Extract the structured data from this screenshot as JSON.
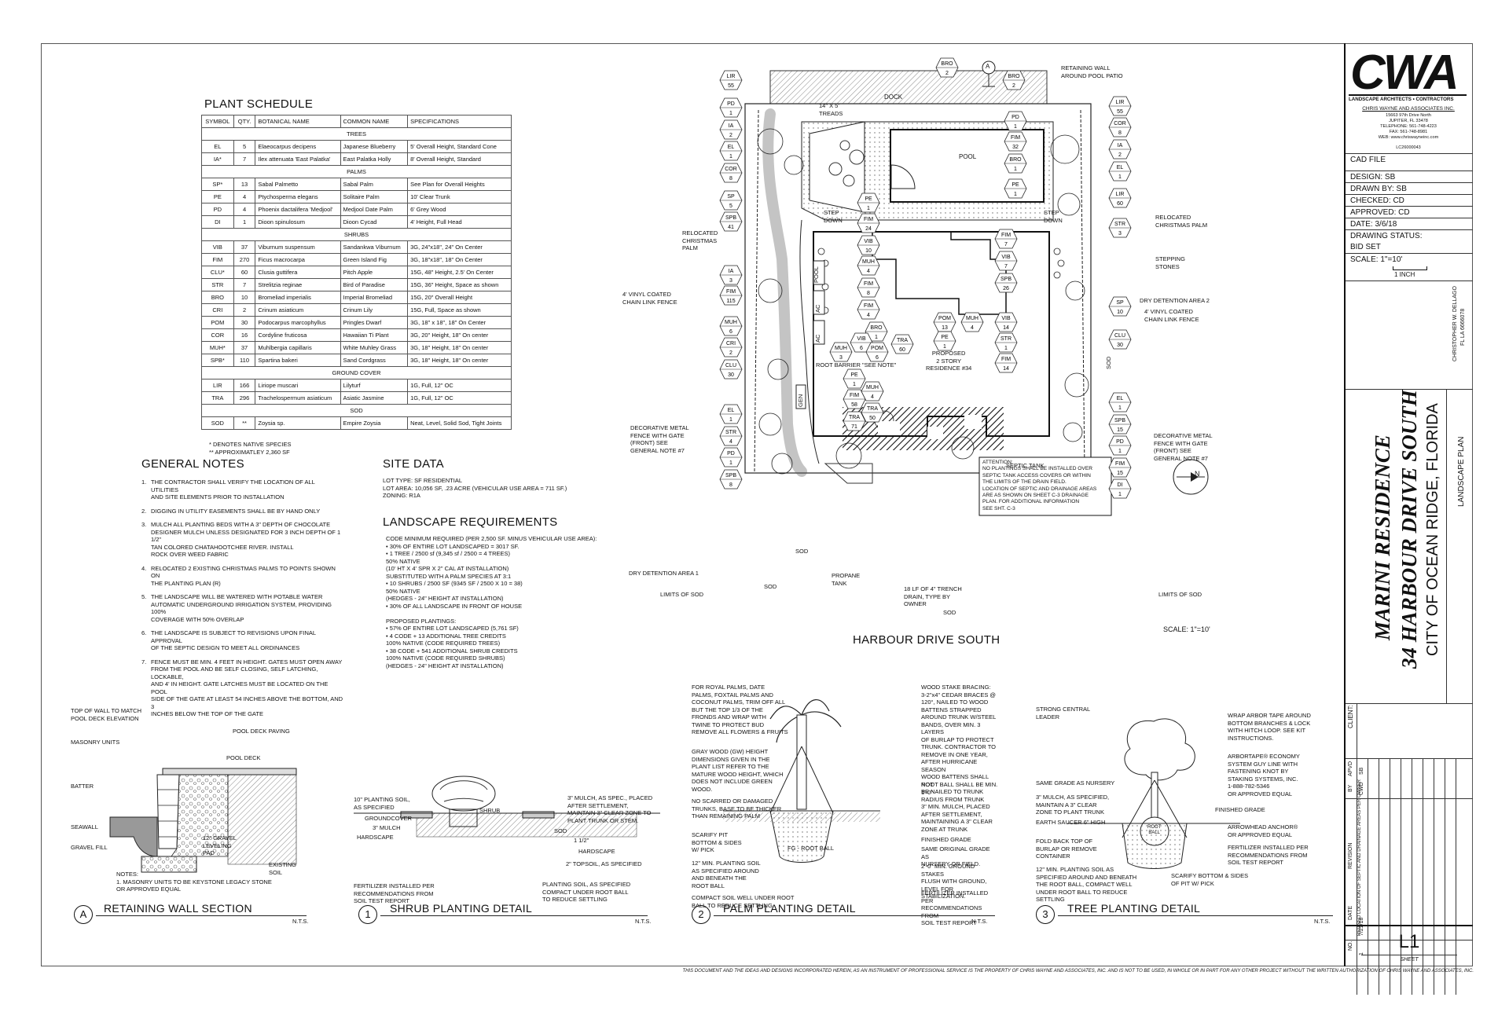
{
  "plant_schedule": {
    "title": "PLANT SCHEDULE",
    "columns": [
      "SYMBOL",
      "QTY.",
      "BOTANICAL NAME",
      "COMMON NAME",
      "SPECIFICATIONS"
    ],
    "sections": [
      {
        "name": "TREES",
        "rows": [
          [
            "EL",
            "5",
            "Elaeocarpus decipens",
            "Japanese Blueberry",
            "5' Overall Height, Standard Cone"
          ],
          [
            "IA*",
            "7",
            "Ilex attenuata 'East Palatka'",
            "East Palatka Holly",
            "8' Overall Height, Standard"
          ]
        ]
      },
      {
        "name": "PALMS",
        "rows": [
          [
            "SP*",
            "13",
            "Sabal Palmetto",
            "Sabal Palm",
            "See Plan for Overall Heights"
          ],
          [
            "PE",
            "4",
            "Ptychosperma elegans",
            "Solitaire Palm",
            "10' Clear Trunk"
          ],
          [
            "PD",
            "4",
            "Phoenix dactalifera 'Medjool'",
            "Medjool Date Palm",
            "6' Grey Wood"
          ],
          [
            "DI",
            "1",
            "Dioon spinulosum",
            "Dioon Cycad",
            "4' Height, Full Head"
          ]
        ]
      },
      {
        "name": "SHRUBS",
        "rows": [
          [
            "VIB",
            "37",
            "Viburnum suspensum",
            "Sandankwa Viburnum",
            "3G, 24\"x18\", 24\" On Center"
          ],
          [
            "FIM",
            "270",
            "Ficus macrocarpa",
            "Green Island Fig",
            "3G, 18\"x18\", 18\" On Center"
          ],
          [
            "CLU*",
            "60",
            "Clusia guttifera",
            "Pitch Apple",
            "15G, 48\" Height, 2.5' On Center"
          ],
          [
            "STR",
            "7",
            "Strelitzia reginae",
            "Bird of Paradise",
            "15G, 36\" Height, Space as shown"
          ],
          [
            "BRO",
            "10",
            "Bromeliad imperialis",
            "Imperial Bromeliad",
            "15G, 20\" Overall Height"
          ],
          [
            "CRI",
            "2",
            "Crinum asiaticum",
            "Crinum Lily",
            "15G, Full, Space as shown"
          ],
          [
            "POM",
            "30",
            "Podocarpus marcophyllus",
            "Pringles Dwarf",
            "3G, 18\" x 18\", 18\" On Center"
          ],
          [
            "COR",
            "16",
            "Cordyline fruticosa",
            "Hawaiian Ti Plant",
            "3G, 20\" Height, 18\" On center"
          ],
          [
            "MUH*",
            "37",
            "Muhlbergia capillaris",
            "White Muhley Grass",
            "3G, 18\" Height, 18\" On center"
          ],
          [
            "SPB*",
            "110",
            "Spartina bakeri",
            "Sand Cordgrass",
            "3G, 18\" Height, 18\" On center"
          ]
        ]
      },
      {
        "name": "GROUND COVER",
        "rows": [
          [
            "LIR",
            "166",
            "Liriope muscari",
            "Lilyturf",
            "1G, Full, 12\" OC"
          ],
          [
            "TRA",
            "296",
            "Trachelospermum asiaticum",
            "Asiatic Jasmine",
            "1G, Full, 12\" OC"
          ]
        ]
      },
      {
        "name": "SOD",
        "rows": [
          [
            "SOD",
            "**",
            "Zoysia sp.",
            "Empire Zoysia",
            "Neat, Level, Solid Sod, Tight Joints"
          ]
        ]
      }
    ],
    "footnote1": "* DENOTES NATIVE SPECIES",
    "footnote2": "** APPROXIMATLEY 2,360 SF"
  },
  "general_notes": {
    "title": "GENERAL NOTES",
    "items": [
      {
        "n": "1.",
        "text": "THE CONTRACTOR SHALL VERIFY THE LOCATION OF ALL UTILITIES\nAND SITE ELEMENTS PRIOR TO INSTALLATION"
      },
      {
        "n": "2.",
        "text": "DIGGING IN UTILITY EASEMENTS SHALL BE BY HAND ONLY"
      },
      {
        "n": "3.",
        "text": "MULCH ALL PLANTING BEDS WITH A 3\" DEPTH OF CHOCOLATE\nDESIGNER MULCH UNLESS DESIGNATED FOR 3 INCH DEPTH OF 1 1/2\"\nTAN COLORED CHATAHOOTCHEE RIVER.  INSTALL\nROCK OVER WEED FABRIC"
      },
      {
        "n": "4.",
        "text": "RELOCATED 2 EXISTING CHRISTMAS PALMS TO POINTS SHOWN ON\nTHE PLANTING PLAN (R)"
      },
      {
        "n": "5.",
        "text": "THE LANDSCAPE WILL BE WATERED WITH POTABLE  WATER\nAUTOMATIC UNDERGROUND IRRIGATION SYSTEM, PROVIDING 100%\nCOVERAGE WITH 50% OVERLAP"
      },
      {
        "n": "6.",
        "text": "THE LANDSCAPE IS SUBJECT TO REVISIONS UPON FINAL APPROVAL\nOF THE SEPTIC DESIGN TO MEET ALL ORDINANCES"
      },
      {
        "n": "7.",
        "text": "FENCE MUST BE MIN. 4 FEET IN HEIGHT.  GATES MUST OPEN AWAY\nFROM THE POOL AND BE SELF CLOSING, SELF LATCHING, LOCKABLE,\nAND 4' IN HEIGHT. GATE LATCHES MUST BE LOCATED ON THE POOL\nSIDE OF THE GATE AT LEAST 54 INCHES ABOVE THE BOTTOM, AND 3\nINCHES BELOW THE TOP OF THE GATE"
      }
    ]
  },
  "site_data": {
    "title": "SITE DATA",
    "lines": [
      "LOT TYPE: SF RESIDENTIAL",
      "LOT AREA: 10,056 SF, .23 ACRE (VEHICULAR USE AREA = 711 SF.)",
      "ZONING: R1A"
    ]
  },
  "landscape_requirements": {
    "title": "LANDSCAPE REQUIREMENTS",
    "body": "CODE MINIMUM REQUIRED (PER 2,500 SF. MINUS VEHICULAR USE AREA):\n   • 30% OF ENTIRE LOT LANDSCAPED = 3017 SF.\n   • 1 TREE / 2500 sf (9,345 sf / 2500 = 4 TREES)\n         50% NATIVE\n         (10' HT X 4' SPR X 2\" CAL AT INSTALLATION)\n         SUBSTITUTED WITH A PALM SPECIES AT 3:1\n   • 10 SHRUBS / 2500 SF (9345 SF / 2500 X 10 = 38)\n         50% NATIVE\n         (HEDGES - 24\" HEIGHT AT INSTALLATION)\n   • 30% OF ALL LANDSCAPE IN FRONT OF HOUSE\n\nPROPOSED PLANTINGS:\n   • 57% OF ENTIRE LOT LANDSCAPED (5,761 SF)\n   • 4 CODE + 13 ADDITIONAL TREE CREDITS\n         100% NATIVE (CODE REQUIRED TREES)\n   • 38 CODE + 541 ADDITIONAL SHRUB CREDITS\n         100% NATIVE (CODE REQUIRED SHRUBS)\n         (HEDGES - 24\" HEIGHT AT INSTALLATION)"
  },
  "plan": {
    "street": "HARBOUR DRIVE SOUTH",
    "scale": "SCALE: 1\"=10'",
    "section_marker": "A",
    "labels": {
      "dock": "DOCK",
      "retaining_wall": "RETAINING WALL\nAROUND POOL PATIO",
      "treads": "14\" X 5'\nTREADS",
      "pool": "POOL",
      "step_down_l": "STEP\nDOWN",
      "step_down_r": "STEP\nDOWN",
      "relocated_palm_l": "RELOCATED\nCHRISTMAS\nPALM",
      "relocated_palm_r": "RELOCATED\nCHRISTMAS PALM",
      "stepping_stones": "STEPPING\nSTONES",
      "dry_detention_2": "DRY DETENTION AREA 2",
      "fence_r": "4' VINYL COATED\nCHAIN LINK FENCE",
      "fence_l": "4' VINYL COATED\nCHAIN LINK FENCE",
      "pool_eq": "POOL",
      "ac1": "AC",
      "ac2": "AC",
      "residence": "PROPOSED\n2 STORY\nRESIDENCE #34",
      "root_barrier": "ROOT BARRIER \"SEE NOTE\"",
      "gen": "GEN",
      "deco_fence_l": "DECORATIVE METAL\nFENCE WITH GATE\n(FRONT) SEE\nGENERAL NOTE #7",
      "deco_fence_r": "DECORATIVE METAL\nFENCE WITH GATE\n(FRONT) SEE\nGENERAL NOTE #7",
      "septic_tank": "SEPTIC TANK",
      "sod_r": "SOD",
      "sod_b1": "SOD",
      "sod_b2": "SOD",
      "sod_b3": "SOD",
      "dry_detention_1": "DRY DETENTION AREA 1",
      "limits_sod_l": "LIMITS OF SOD",
      "limits_sod_r": "LIMITS OF SOD",
      "propane": "PROPANE\nTANK",
      "trench": "18 LF OF 4\" TRENCH\nDRAIN, TYPE BY\nOWNER",
      "attention": "ATTENTION:\nNO PLANTINGS SHALL BE INSTALLED OVER\nSEPTIC TANK ACCESS COVERS OR WITHIN\nTHE LIMITS OF THE DRAIN FIELD.\nLOCATION OF SEPTIC AND DRAINAGE AREAS\nARE AS SHOWN ON SHEET C-3 DRAINAGE\nPLAN. FOR ADDITIONAL INFORMATION\nSEE SHT. C-3",
      "north": "N"
    },
    "hex_tags_left": [
      [
        "LIR",
        "55"
      ],
      [
        "PD",
        "1"
      ],
      [
        "IA",
        "2"
      ],
      [
        "EL",
        "1"
      ],
      [
        "COR",
        "8"
      ],
      [
        "SP",
        "5"
      ],
      [
        "SPB",
        "41"
      ],
      [
        "IA",
        "3"
      ],
      [
        "FIM",
        "115"
      ],
      [
        "MUH",
        "6"
      ],
      [
        "CRI",
        "2"
      ],
      [
        "CLU",
        "30"
      ],
      [
        "EL",
        "1"
      ],
      [
        "STR",
        "4"
      ],
      [
        "PD",
        "1"
      ],
      [
        "SPB",
        "8"
      ]
    ],
    "hex_tags_right": [
      [
        "BRO",
        "2"
      ],
      [
        "LIR",
        "55"
      ],
      [
        "COR",
        "8"
      ],
      [
        "IA",
        "2"
      ],
      [
        "EL",
        "1"
      ],
      [
        "LIR",
        "60"
      ],
      [
        "STR",
        "3"
      ],
      [
        "SP",
        "10"
      ],
      [
        "CLU",
        "30"
      ],
      [
        "EL",
        "1"
      ],
      [
        "SPB",
        "15"
      ],
      [
        "PD",
        "1"
      ],
      [
        "FIM",
        "15"
      ],
      [
        "DI",
        "1"
      ]
    ],
    "hex_tags_inner": [
      [
        "BRO",
        "2"
      ],
      [
        "PD",
        "1"
      ],
      [
        "FIM",
        "32"
      ],
      [
        "BRO",
        "1"
      ],
      [
        "PE",
        "1"
      ],
      [
        "PE",
        "1"
      ],
      [
        "FIM",
        "24"
      ],
      [
        "VIB",
        "10"
      ],
      [
        "MUH",
        "4"
      ],
      [
        "FIM",
        "8"
      ],
      [
        "FIM",
        "4"
      ],
      [
        "BRO",
        "1"
      ],
      [
        "VIB",
        "6"
      ],
      [
        "MUH",
        "3"
      ],
      [
        "POM",
        "6"
      ],
      [
        "TRA",
        "60"
      ],
      [
        "POM",
        "13"
      ],
      [
        "PE",
        "1"
      ],
      [
        "MUH",
        "4"
      ],
      [
        "FIM",
        "7"
      ],
      [
        "VIB",
        "7"
      ],
      [
        "SPB",
        "26"
      ],
      [
        "VIB",
        "14"
      ],
      [
        "STR",
        "1"
      ],
      [
        "FIM",
        "14"
      ],
      [
        "PE",
        "1"
      ],
      [
        "FIM",
        "58"
      ],
      [
        "MUH",
        "4"
      ],
      [
        "TRA",
        "50"
      ],
      [
        "TRA",
        "71"
      ]
    ]
  },
  "details": {
    "retaining_wall": {
      "marker": "A",
      "title": "RETAINING WALL SECTION",
      "nts": "N.T.S.",
      "labels": {
        "top_wall": "TOP OF WALL TO MATCH\nPOOL DECK ELEVATION",
        "deck_paving": "POOL DECK PAVING",
        "masonry": "MASONRY UNITS",
        "pool_deck": "POOL DECK",
        "batter": "BATTER",
        "seawall": "SEAWALL",
        "gravel_fill": "GRAVEL FILL",
        "leveling_pad": "12\" GRAVEL\nLEVELING\nPAD",
        "existing_soil": "EXISTING SOIL",
        "notes": "NOTES:\n  1.  MASONRY UNITS TO BE KEYSTONE LEGACY STONE\n       OR APPROVED EQUAL"
      }
    },
    "shrub": {
      "marker": "1",
      "title": "SHRUB PLANTING DETAIL",
      "nts": "N.T.S.",
      "labels": {
        "planting_soil": "10\" PLANTING SOIL,\nAS SPECIFIED",
        "groundcover": "GROUNDCOVER",
        "mulch": "3\" MULCH",
        "hardscape_l": "HARDSCAPE",
        "shrub": "SHRUB",
        "mulch_spec": "3\" MULCH, AS SPEC., PLACED\nAFTER SETTLEMENT,\nMAINTAIN 3\" CLEAR ZONE TO\nPLANT TRUNK OR STEM.",
        "sod": "SOD",
        "inch": "1 1/2\"",
        "hardscape_r": "HARDSCAPE",
        "topsoil": "2\" TOPSOIL, AS SPECIFIED",
        "fertilizer": "FERTILIZER INSTALLED PER\nRECOMMENDATIONS FROM\nSOIL TEST REPORT",
        "compact": "PLANTING SOIL, AS SPECIFIED\nCOMPACT UNDER ROOT BALL\nTO REDUCE SETTLING"
      }
    },
    "palm": {
      "marker": "2",
      "title": "PALM PLANTING DETAIL",
      "nts": "N.T.S.",
      "labels": {
        "royal": "FOR ROYAL PALMS, DATE\nPALMS, FOXTAIL PALMS AND\nCOCONUT PALMS, TRIM OFF ALL\nBUT THE TOP 1/3 OF THE\nFRONDS AND WRAP WITH\nTWINE TO PROTECT BUD\nREMOVE ALL FLOWERS & FRUITS",
        "gray_wood": "GRAY WOOD (GW) HEIGHT\nDIMENSIONS GIVEN IN THE\nPLANT LIST REFER TO THE\nMATURE WOOD HEIGHT, WHICH\nDOES NOT INCLUDE GREEN\nWOOD.",
        "no_scar": "NO SCARRED OR DAMAGED\nTRUNKS, BASE TO BE THICKER\nTHAN REMAINING PALM",
        "scarify": "SCARIFY PIT\nBOTTOM & SIDES\nW/ PICK",
        "min_soil": "12\" MIN. PLANTING SOIL\nAS SPECIFIED AROUND\nAND BENEATH THE\nROOT BALL",
        "compact": "COMPACT SOIL WELL UNDER  ROOT\nBALL TO REDUCE SETTLING",
        "bracing": "WOOD STAKE BRACING:\n3-2\"x4\" CEDAR BRACES @\n120°, NAILED TO WOOD\nBATTENS STRAPPED\nAROUND TRUNK W/STEEL\nBANDS, OVER MIN. 3 LAYERS\nOF BURLAP TO PROTECT\nTRUNK. CONTRACTOR  TO\nREMOVE IN ONE YEAR,\nAFTER HURRICANE SEASON\nWOOD BATTENS SHALL NOT\nBE NAILED TO TRUNK",
        "root_ball_radius": "ROOT BALL SHALL BE MIN. 1'-0\"\nRADIUS FROM TRUNK",
        "mulch": "3\" MIN. MULCH,  PLACED\nAFTER SETTLEMENT,\nMAINTAINING A 3\" CLEAR\nZONE AT TRUNK",
        "finished_grade": "FINISHED GRADE",
        "same_grade": "SAME ORIGINAL GRADE AS\nNURSERY OR FIELD.",
        "stakes": "2'-0\" MIN. GROUND STAKES\nFLUSH WITH GROUND,\nLEVEL FOR STABILIZATION.",
        "fertilizer": "FERTILIZER INSTALLED PER\nRECOMMENDATIONS FROM\nSOIL TEST REPORT",
        "root_ball": "FG - ROOT BALL"
      }
    },
    "tree": {
      "marker": "3",
      "title": "TREE PLANTING DETAIL",
      "nts": "N.T.S.",
      "labels": {
        "leader": "STRONG CENTRAL\nLEADER",
        "wrap": "WRAP ARBOR TAPE AROUND\nBOTTOM BRANCHES & LOCK\nWITH HITCH LOOP. SEE KIT\nINSTRUCTIONS.",
        "arbortape": "ARBORTAPE® ECONOMY\nSYSTEM GUY LINE WITH\nFASTENING KNOT BY\nSTAKING SYSTEMS, INC.\n1-888-782-5346\nOR APPROVED EQUAL",
        "same_grade": "SAME GRADE AS NURSERY",
        "mulch": "3\" MULCH, AS SPECIFIED,\nMAINTAIN A 3\" CLEAR\nZONE TO PLANT TRUNK",
        "saucer": "EARTH SAUCER 6\" HIGH",
        "finished_grade": "FINISHED GRADE",
        "burlap": "FOLD BACK TOP OF\nBURLAP OR REMOVE\nCONTAINER",
        "anchor": "ARROWHEAD ANCHOR®\nOR APPROVED EQUAL",
        "min_soil": "12\" MIN. PLANTING SOIL AS\nSPECIFIED AROUND AND BENEATH\nTHE ROOT BALL, COMPACT WELL\nUNDER ROOT BALL TO REDUCE\nSETTLING",
        "fertilizer": "FERTILIZER INSTALLED PER\nRECOMMENDATIONS FROM\nSOIL TEST REPORT",
        "scarify": "SCARIFY BOTTOM & SIDES\nOF PIT W/ PICK",
        "root_ball": "ROOT\nBALL"
      }
    }
  },
  "title_block": {
    "logo": "CWA",
    "firm_tag": "LANDSCAPE ARCHITECTS • CONTRACTORS",
    "firm_name": "CHRIS WAYNE AND ASSOCIATES INC.",
    "address": "15663 97th Drive North\nJUPITER, FL 33478\nTELEPHONE: 561-748-4223\nFAX: 561-748-8981\nWEB: www.chriswayneinc.com",
    "license": "LC26000043",
    "cad_file": "CAD FILE",
    "design": "DESIGN: SB",
    "drawn": "DRAWN BY: SB",
    "checked": "CHECKED: CD",
    "approved": "APPROVED: CD",
    "date": "DATE:   3/6/18",
    "status_label": "DRAWING STATUS:",
    "status": "BID SET",
    "scale": "SCALE:   1\"=10'",
    "scale_bar": "1 INCH",
    "seal_name": "CHRISTOPHER W. DELLAGO",
    "seal_license": "FL LA 6666078",
    "project_name": "MARINI RESIDENCE",
    "project_street": "34 HARBOUR DRIVE SOUTH",
    "project_city": "CITY OF OCEAN RIDGE, FLORIDA",
    "client_label": "CLIENT:",
    "sheet_title": "LANDSCAPE PLAN",
    "rev_headers": {
      "no": "NO.",
      "date": "DATE",
      "revision": "REVISION",
      "by": "BY",
      "apvd": "APVD"
    },
    "revision": {
      "no": "1",
      "date": "7/21/18",
      "text": "REVISED LOCATION OF SEPTIC AND\nDRAINAGE AREAS PER OWNER",
      "by": "CWD",
      "apvd": "SB"
    },
    "sheet": "L1",
    "sheet_label": "SHEET"
  },
  "disclaimer": "THIS DOCUMENT AND THE IDEAS AND DESIGNS INCORPORATED HEREIN, AS AN INSTRUMENT OF PROFESSIONAL SERVICE IS THE PROPERTY OF CHRIS WAYNE AND ASSOCIATES, INC. AND IS NOT TO BE USED, IN WHOLE OR IN PART FOR ANY OTHER PROJECT WITHOUT THE WRITTEN AUTHORIZATION OF CHRIS WAYNE AND ASSOCIATES, INC."
}
